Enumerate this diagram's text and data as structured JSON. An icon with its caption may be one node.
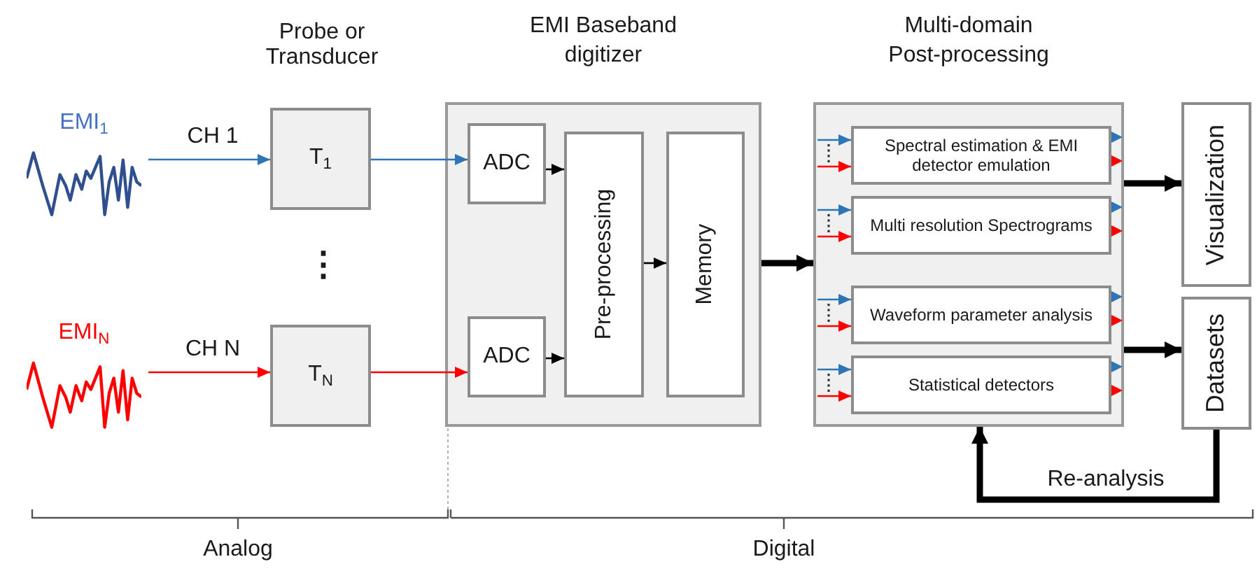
{
  "diagram": {
    "nodes": [
      {
        "text": [
          "EMI$_{1}$"
        ]
      },
      {
        "text": [
          "EMI$_{N}$"
        ]
      },
      {
        "text": [
          "T$_{1}$"
        ]
      },
      {
        "text": [
          "T$_{N}$"
        ]
      },
      {
        "text": [
          "EMI Baseband digitizer"
        ]
      },
      {
        "text": [
          "ADC"
        ],
        "in": 4
      },
      {
        "text": [
          "ADC"
        ],
        "in": 4
      },
      {
        "text": [
          "Pre-processing"
        ],
        "in": 4
      },
      {
        "text": [
          "Memory"
        ],
        "in": 4
      },
      {
        "text": [
          "Multi-domain Post-processing"
        ]
      },
      {
        "text": [
          "Spectral estimation & EMI detector emulation"
        ],
        "in": 9
      },
      {
        "text": [
          "Multi resolution Spectrograms"
        ],
        "in": 9
      },
      {
        "text": [
          "Waveform parameter analysis"
        ],
        "in": 9
      },
      {
        "text": [
          "Statistical detectors"
        ],
        "in": 9
      },
      {
        "text": [
          "Visualization"
        ]
      },
      {
        "text": [
          "Datasets"
        ]
      }
    ],
    "edges": [
      {
        "from": 0,
        "to": 2,
        "arrow": "to",
        "label": "CH 1",
        "color": "#2e75b6"
      },
      {
        "from": 1,
        "to": 3,
        "arrow": "to",
        "label": "CH N",
        "color": "#ff0000"
      },
      {
        "from": 2,
        "to": 5,
        "arrow": "to",
        "color": "#2e75b6"
      },
      {
        "from": 3,
        "to": 6,
        "arrow": "to",
        "color": "#ff0000"
      },
      {
        "from": 5,
        "to": 7,
        "arrow": "to"
      },
      {
        "from": 6,
        "to": 7,
        "arrow": "to"
      },
      {
        "from": 7,
        "to": 8,
        "arrow": "to"
      },
      {
        "from": 4,
        "to": 9,
        "arrow": "to",
        "style": "thick"
      },
      {
        "from": null,
        "to": 10,
        "arrow": "to",
        "color": "#2e75b6"
      },
      {
        "from": null,
        "to": 10,
        "arrow": "to",
        "color": "#ff0000"
      },
      {
        "from": null,
        "to": 11,
        "arrow": "to",
        "color": "#2e75b6"
      },
      {
        "from": null,
        "to": 11,
        "arrow": "to",
        "color": "#ff0000"
      },
      {
        "from": null,
        "to": 12,
        "arrow": "to",
        "color": "#2e75b6"
      },
      {
        "from": null,
        "to": 12,
        "arrow": "to",
        "color": "#ff0000"
      },
      {
        "from": null,
        "to": 13,
        "arrow": "to",
        "color": "#2e75b6"
      },
      {
        "from": null,
        "to": 13,
        "arrow": "to",
        "color": "#ff0000"
      },
      {
        "from": 9,
        "to": 14,
        "arrow": "to",
        "style": "thick"
      },
      {
        "from": 9,
        "to": 15,
        "arrow": "to",
        "style": "thick"
      },
      {
        "from": 15,
        "to": 9,
        "arrow": "to",
        "style": "thick",
        "label": "Re-analysis"
      }
    ],
    "labels": [
      "Probe or Transducer",
      "⋮",
      "Analog",
      "Digital"
    ]
  }
}
